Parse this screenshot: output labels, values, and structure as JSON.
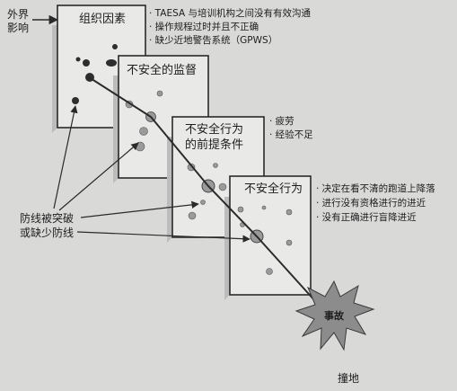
{
  "external_influence": {
    "line1": "外界",
    "line2": "影响"
  },
  "layers": [
    {
      "title": "组织因素",
      "notes": [
        "· TAESA 与培训机构之间没有有效沟通",
        "· 操作规程过时并且不正确",
        "· 缺少近地警告系统（GPWS）"
      ]
    },
    {
      "title": "不安全的监督",
      "notes": []
    },
    {
      "title": "不安全行为的前提条件",
      "title_line1": "不安全行为",
      "title_line2": "的前提条件",
      "notes": [
        "· 疲劳",
        "· 经验不足"
      ]
    },
    {
      "title": "不安全行为",
      "notes": [
        "· 决定在看不清的跑道上降落",
        "· 进行没有资格进行的进近",
        "· 没有正确进行盲降进近"
      ]
    }
  ],
  "defense_label": {
    "line1": "防线被突破",
    "line2": "或缺少防线"
  },
  "accident": {
    "label": "事故",
    "caption": "撞地"
  },
  "colors": {
    "background": "#d9dad8",
    "panel": "#e9eae8",
    "line": "#2a2a2a",
    "hole": "#9a9a9a",
    "hole_dark": "#2e2e2e",
    "burst": "#8c8c8c"
  }
}
